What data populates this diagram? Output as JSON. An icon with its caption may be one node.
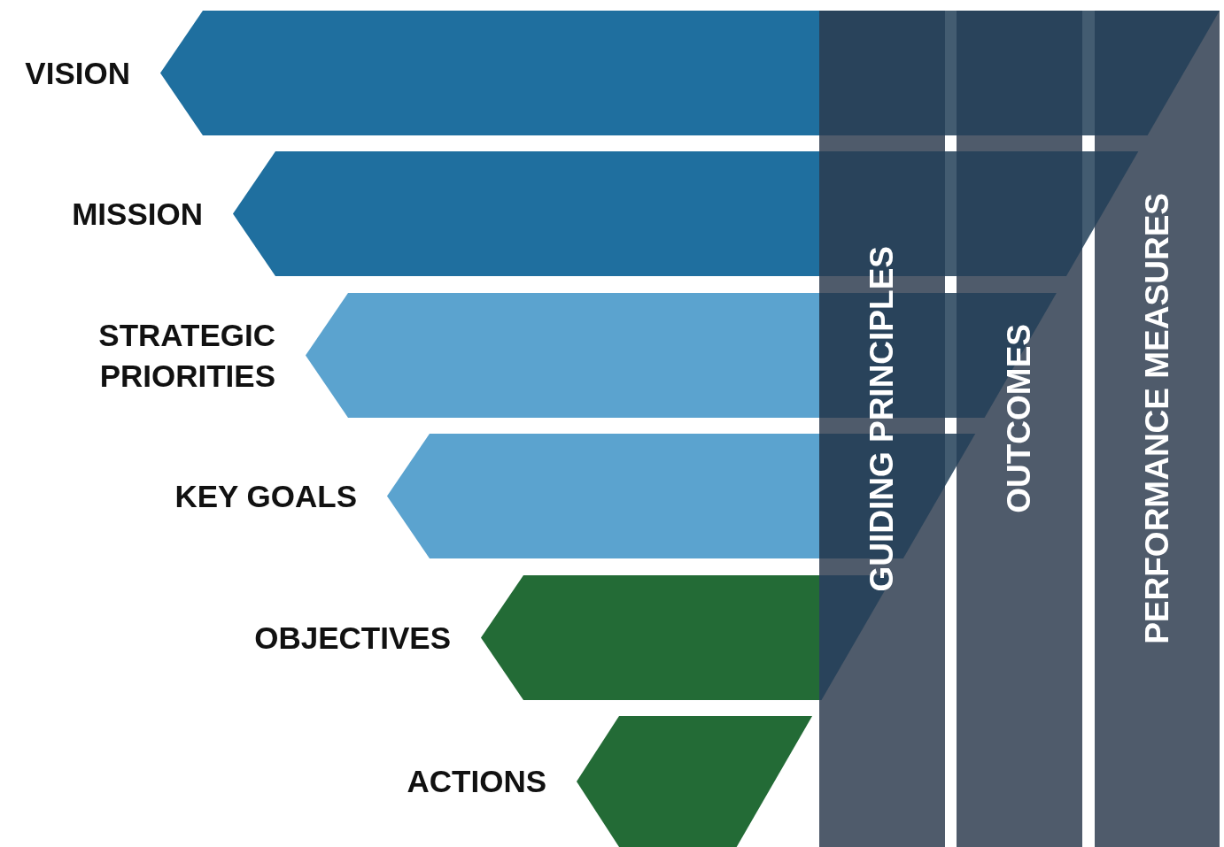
{
  "diagram": {
    "nodes": [
      {
        "text": [
          "VISION"
        ]
      },
      {
        "text": [
          "MISSION"
        ]
      },
      {
        "text": [
          "STRATEGIC PRIORITIES"
        ]
      },
      {
        "text": [
          "KEY GOALS"
        ]
      },
      {
        "text": [
          "OBJECTIVES"
        ]
      },
      {
        "text": [
          "ACTIONS"
        ]
      },
      {
        "text": [
          "GUIDING PRINCIPLES"
        ]
      },
      {
        "text": [
          "OUTCOMES"
        ]
      },
      {
        "text": [
          "PERFORMANCE MEASURES"
        ]
      }
    ]
  }
}
